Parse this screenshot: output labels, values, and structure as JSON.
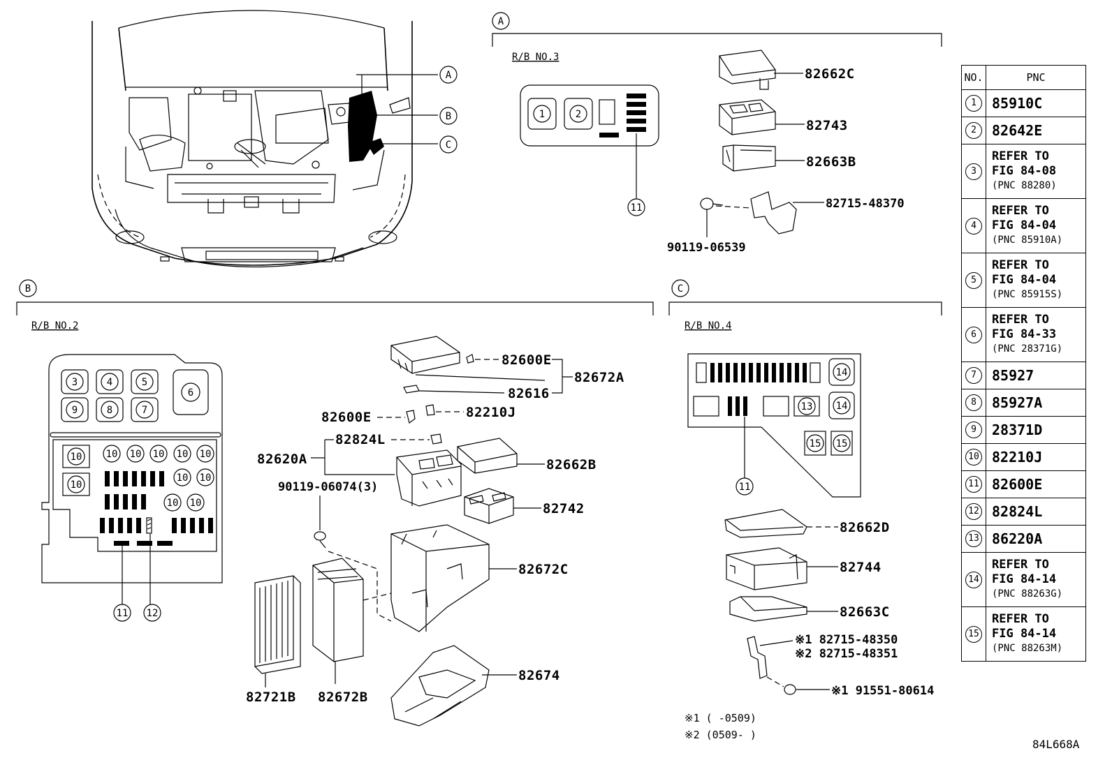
{
  "diagram_code": "84L668A",
  "sections": {
    "A": {
      "letter": "A",
      "title": "R/B NO.3",
      "box_numbers": [
        "1",
        "2"
      ],
      "callout": "11",
      "parts": {
        "cover": "82662C",
        "block": "82743",
        "lower": "82663B",
        "bracket": "82715-48370",
        "bolt": "90119-06539"
      }
    },
    "B": {
      "letter": "B",
      "title": "R/B NO.2",
      "fuse_numbers": {
        "r1": [
          "3",
          "4",
          "5"
        ],
        "r2": [
          "9",
          "8",
          "7"
        ],
        "big": "6",
        "ten": "10"
      },
      "callouts": [
        "11",
        "12"
      ],
      "parts": {
        "cap": "82600E",
        "connector": "82616",
        "cover_group": "82672A",
        "fuse": "82600E",
        "relay": "82210J",
        "clip": "82824L",
        "block_group": "82620A",
        "screw": "90119-06074(3)",
        "cover2": "82662B",
        "block2": "82742",
        "case": "82672C",
        "module": "82721B",
        "side_cover": "82672B",
        "lower_case": "82674"
      }
    },
    "C": {
      "letter": "C",
      "title": "R/B NO.4",
      "box_numbers": [
        "14",
        "14",
        "13",
        "15",
        "15"
      ],
      "callout": "11",
      "parts": {
        "cover": "82662D",
        "block": "82744",
        "lower": "82663C",
        "bracket1": "※1 82715-48350",
        "bracket2": "※2 82715-48351",
        "bolt": "※1 91551-80614"
      },
      "notes": [
        "※1 (        -0509)",
        "※2 (0509-        )"
      ]
    }
  },
  "car_markers": [
    "A",
    "B",
    "C"
  ],
  "table": {
    "header": {
      "no": "NO.",
      "pnc": "PNC"
    },
    "rows": [
      {
        "no": "1",
        "lines": [
          "85910C"
        ]
      },
      {
        "no": "2",
        "lines": [
          "82642E"
        ]
      },
      {
        "no": "3",
        "lines": [
          "REFER TO",
          "FIG 84-08",
          "(PNC 88280)"
        ]
      },
      {
        "no": "4",
        "lines": [
          "REFER TO",
          "FIG 84-04",
          "(PNC 85910A)"
        ]
      },
      {
        "no": "5",
        "lines": [
          "REFER TO",
          "FIG 84-04",
          "(PNC 85915S)"
        ]
      },
      {
        "no": "6",
        "lines": [
          "REFER TO",
          "FIG 84-33",
          "(PNC 28371G)"
        ]
      },
      {
        "no": "7",
        "lines": [
          "85927"
        ]
      },
      {
        "no": "8",
        "lines": [
          "85927A"
        ]
      },
      {
        "no": "9",
        "lines": [
          "28371D"
        ]
      },
      {
        "no": "10",
        "lines": [
          "82210J"
        ]
      },
      {
        "no": "11",
        "lines": [
          "82600E"
        ]
      },
      {
        "no": "12",
        "lines": [
          "82824L"
        ]
      },
      {
        "no": "13",
        "lines": [
          "86220A"
        ]
      },
      {
        "no": "14",
        "lines": [
          "REFER TO",
          "FIG 84-14",
          "(PNC 88263G)"
        ]
      },
      {
        "no": "15",
        "lines": [
          "REFER TO",
          "FIG 84-14",
          "(PNC 88263M)"
        ]
      }
    ]
  }
}
